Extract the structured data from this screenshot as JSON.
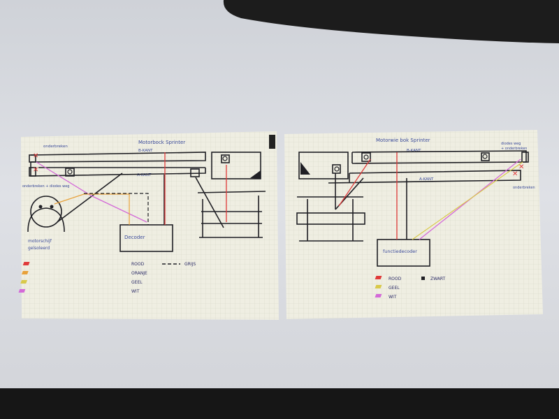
{
  "left_sheet": {
    "title": "Motorbock Sprinter",
    "label_b_kant": "B-KANT",
    "label_a_kant": "A-KANT",
    "label_onderbreken": "onderbreken",
    "label_onderbreken_diodes": "onderbreken + diodes weg",
    "label_motorschijf": "motorschijf",
    "label_geisoleerd": "geïsoleerd",
    "label_decoder": "Decoder",
    "legend": {
      "rood": "ROOD",
      "oranje": "ORANJE",
      "geel": "GEEL",
      "wit": "WIT",
      "grijs": "GRIJS"
    }
  },
  "right_sheet": {
    "title": "Motorwie bok Sprinter",
    "label_b_kant": "B-KANT",
    "label_a_kant": "A-KANT",
    "label_diodes_weg": "diodes weg",
    "label_onderbreken_top": "+ onderbreken",
    "label_onderbreken": "onderbreken",
    "label_decoder": "functiedecoder",
    "legend": {
      "rood": "ROOD",
      "geel": "GEEL",
      "wit": "WIT",
      "zwart": "ZWART"
    }
  },
  "colors": {
    "desk": "#dfe1e6",
    "paper": "#efeee2",
    "grid": "#d6d7c8",
    "ink": "#1f1f24",
    "red": "#e03a3a",
    "orange": "#e8a13a",
    "yellow": "#d9c94a",
    "pink": "#d46ad8",
    "blue_ink": "#3a4a9a"
  }
}
